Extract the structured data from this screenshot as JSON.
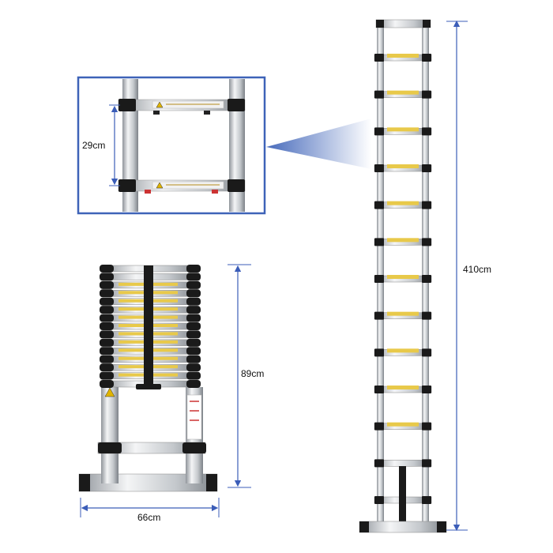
{
  "measurements": {
    "extended_height": "410cm",
    "closed_height": "89cm",
    "base_width": "66cm",
    "rung_spacing": "29cm"
  },
  "colors": {
    "dimension_line": "#3b5db8",
    "callout_frame": "#3e63b8",
    "aluminum": "#cfd2d6",
    "aluminum_dark": "#9a9ea4",
    "tread": "#e8c94a",
    "cap": "#1a1a1a"
  },
  "ladder": {
    "extended_rungs": 13,
    "closed_rungs": 15
  },
  "icons": [
    "zoom-callout-icon",
    "warning-label-icon"
  ]
}
